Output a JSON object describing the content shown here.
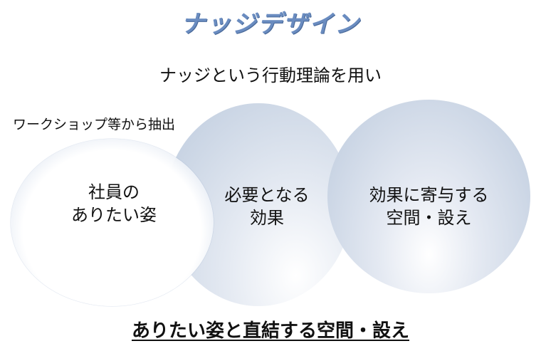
{
  "title": "ナッジデザイン",
  "subtitle": "ナッジという行動理論を用い",
  "extract_label": "ワークショップ等から抽出",
  "circles": [
    {
      "line1": "社員の",
      "line2": "ありたい姿"
    },
    {
      "line1": "必要となる",
      "line2": "効果"
    },
    {
      "line1": "効果に寄与する",
      "line2": "空間・設え"
    }
  ],
  "footer": "ありたい姿と直結する空間・設え",
  "colors": {
    "title": "#6a8cc0",
    "circle": "#bccadd"
  }
}
